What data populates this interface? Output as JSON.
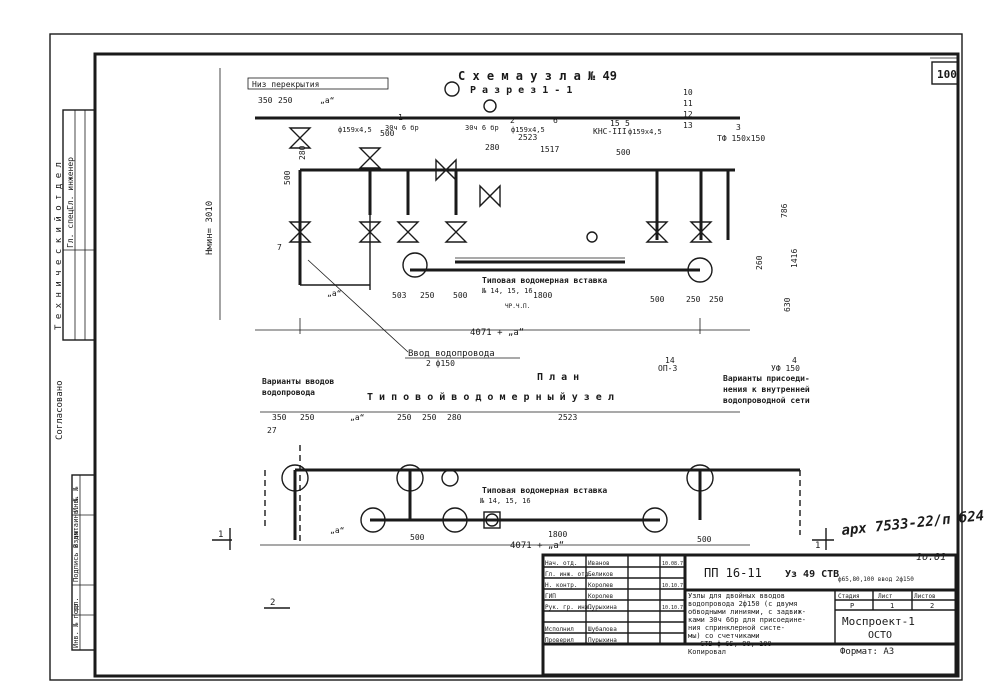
{
  "sheet": {
    "number": "100",
    "code": "ПП 16-11",
    "node_code": "Уз 49 СТВ",
    "node_code_sub": "ф65,80,100 ввод 2ф150",
    "copied": "Копировал",
    "format": "Формат: А3",
    "org": "Моспроект-1",
    "dept": "ОСТО",
    "stage_header": "Стадия",
    "sheet_header": "Лист",
    "sheets_header": "Листов",
    "stage": "Р",
    "sheet_no": "1",
    "sheets_total": "2",
    "description": [
      "Узлы для двойных вводов",
      "водопровода 2ф150 (с двумя",
      "обводными линиями, с задвиж-",
      "ками 30ч 6бр для присоедине-",
      "ния спринклерной систе-",
      "мы) со счетчиками",
      "СТВ ф 65, 80, 100"
    ],
    "handwritten": "арх 7533-22/п б24",
    "handwritten_2": "1о.01"
  },
  "stamp": {
    "rows": [
      {
        "role": "Нач. отд.",
        "name": "Иванов",
        "date": "10.08.72"
      },
      {
        "role": "Гл. инж. отд.",
        "name": "Беликов",
        "date": ""
      },
      {
        "role": "Н. контр.",
        "name": "Королев",
        "date": "10.10.72"
      },
      {
        "role": "ГИП",
        "name": "Королев",
        "date": ""
      },
      {
        "role": "Рук. гр. инж.",
        "name": "Пурыхина",
        "date": "10.10.72"
      },
      {
        "role": "",
        "name": "",
        "date": ""
      },
      {
        "role": "Исполнил",
        "name": "Шубалова",
        "date": ""
      },
      {
        "role": "Проверил",
        "name": "Пурыхина",
        "date": ""
      }
    ]
  },
  "left_strip": {
    "tech_dept": "Т е х н и ч е с к и й   о т д е л",
    "gl_spec": "Гл. спец.",
    "gl_inzh": "Гл. инженер",
    "soglasovano": "Согласовано",
    "inv_podl": "Инв. № подл.",
    "podpis_data": "Подпись и дата",
    "vzam_inv": "Взам. инв. №",
    "inv_no": "Инв. №",
    "za": "за"
  },
  "section": {
    "title": "С х е м а   у з л а   № 49",
    "subtitle": "Р а з р е з   1 - 1",
    "low_ceiling": "Низ перекрытия",
    "height_label": "Hмин= 3010",
    "meter_insert": "Типовая водомерная вставка",
    "sheet_refs": "№ 14, 15, 16",
    "gauge_type": "КНС-III",
    "callouts": [
      "1",
      "2",
      "3",
      "4",
      "5",
      "6",
      "7",
      "10",
      "11",
      "12",
      "13",
      "14",
      "15"
    ],
    "pipe_d159": "ф159х4,5",
    "pipe_d159b": "ф159х4,5",
    "pipe_d159c": "ф159х4,5",
    "valve_30ch6br": "30ч 6 бр",
    "valve_30ch6br_b": "30ч 6 бр",
    "tf": "ТФ 150х150",
    "uf": "УФ 150",
    "op3": "ОП-3",
    "inlet": "Ввод водопровода",
    "inlet_sub": "2 ф150",
    "total_len": "4071 + „а“",
    "dims": {
      "d350": "350",
      "d250": "250",
      "a": "„а“",
      "d500": "500",
      "d280": "280",
      "d503": "503",
      "d1800": "1800",
      "d2523": "2523",
      "d1517": "1517",
      "d786": "786",
      "d1416": "1416",
      "d630": "630",
      "d260": "260"
    },
    "chp": "ЧР.Ч.П."
  },
  "plan": {
    "title": "П л а н",
    "node_title": "Т и п о в о й     в о д о м е р н ы й     у з е л",
    "variants_inlet_1": "Варианты вводов",
    "variants_inlet_2": "водопровода",
    "variants_conn_1": "Варианты присоеди-",
    "variants_conn_2": "нения к внутренней",
    "variants_conn_3": "водопроводной сети",
    "meter_insert": "Типовая водомерная вставка",
    "sheet_refs": "№ 14, 15, 16",
    "total_len": "4071 + „а“",
    "cut_mark": "1",
    "dims": {
      "d350": "350",
      "d250": "250",
      "a": "„а“",
      "d280": "280",
      "d2523": "2523",
      "d500": "500",
      "d1800": "1800",
      "d27": "27",
      "a2": "„а“"
    }
  },
  "misc_mark": "2"
}
